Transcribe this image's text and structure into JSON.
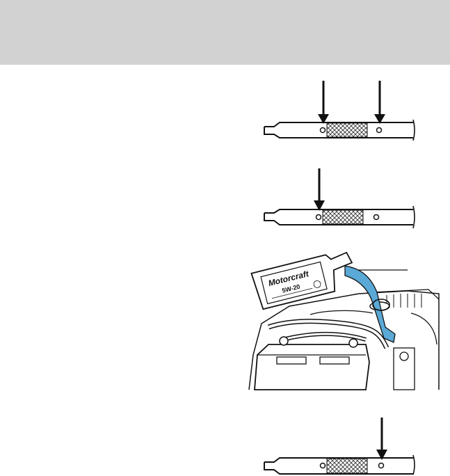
{
  "page": {
    "header_band_color": "#d2d2d2"
  },
  "figures": [
    {
      "id": "dipstick-level-range",
      "description_icon": "dipstick-with-two-arrows-icon"
    },
    {
      "id": "dipstick-low-level",
      "description_icon": "dipstick-with-low-arrow-icon"
    },
    {
      "id": "adding-oil",
      "description_icon": "oil-bottle-pouring-into-engine-icon",
      "bottle": {
        "brand": "Motorcraft",
        "grade": "5W-20"
      }
    },
    {
      "id": "dipstick-full-level",
      "description_icon": "dipstick-with-full-arrow-icon"
    }
  ],
  "colors": {
    "ink": "#111111",
    "oil_stream": "#5aa9d6",
    "hatch": "#333333"
  }
}
